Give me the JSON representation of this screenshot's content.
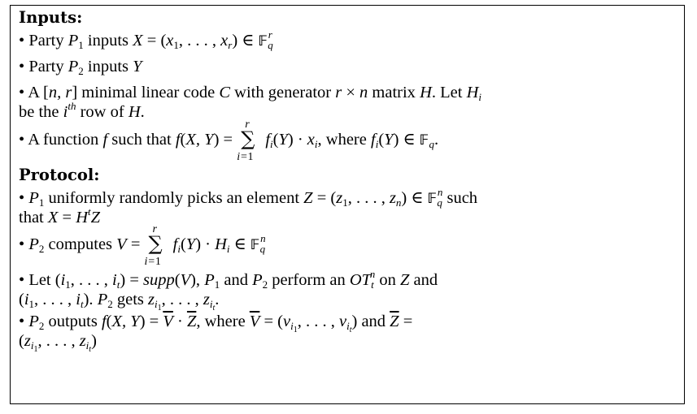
{
  "inputs_heading": "Inputs:",
  "protocol_heading": "Protocol:",
  "bullet": "•",
  "lines": {
    "in1": "Party P1 inputs X = (x1, . . . , xr) ∈ 𝔽q^r",
    "in2": "Party P2 inputs Y",
    "in3a": "A [n, r] minimal linear code C with generator r × n matrix H. Let Hi",
    "in3b": "be the i^th row of H.",
    "in4": "A function f such that f(X, Y) = Σ_{i=1}^{r} fi(Y) · xi, where fi(Y) ∈ 𝔽q.",
    "pr1a": "P1 uniformly randomly picks an element Z = (z1, . . . , zn) ∈ 𝔽q^n such",
    "pr1b": "that X = H^t Z",
    "pr2": "P2 computes V = Σ_{i=1}^{r} fi(Y) · Hi ∈ 𝔽q^n",
    "pr3a": "Let (i1, . . . , it) = supp(V), P1 and P2 perform an OT_t^n on Z and",
    "pr3b": "(i1, . . . , it). P2 gets zi1, . . . , zit.",
    "pr4a": "P2 outputs f(X, Y) = V̄ · Z̄, where V̄ = (vi1, . . . , vit) and Z̄ =",
    "pr4b": "(zi1, . . . , zit)"
  },
  "words": {
    "party": "Party",
    "inputs": "inputs",
    "a": "A",
    "minimal_linear_code": "minimal linear code",
    "with_generator": "with generator",
    "matrix": "matrix",
    "let": "Let",
    "be_the": "be the",
    "row_of": "row of",
    "a_function": "A function",
    "such_that": "such that",
    "where": "where",
    "uniformly": "uniformly randomly picks an element",
    "such": "such",
    "that": "that",
    "computes": "computes",
    "and": "and",
    "perform_an": "perform an",
    "on": "on",
    "gets": "gets",
    "outputs": "outputs",
    "supp": "supp",
    "ot": "OT",
    "th": "th"
  }
}
